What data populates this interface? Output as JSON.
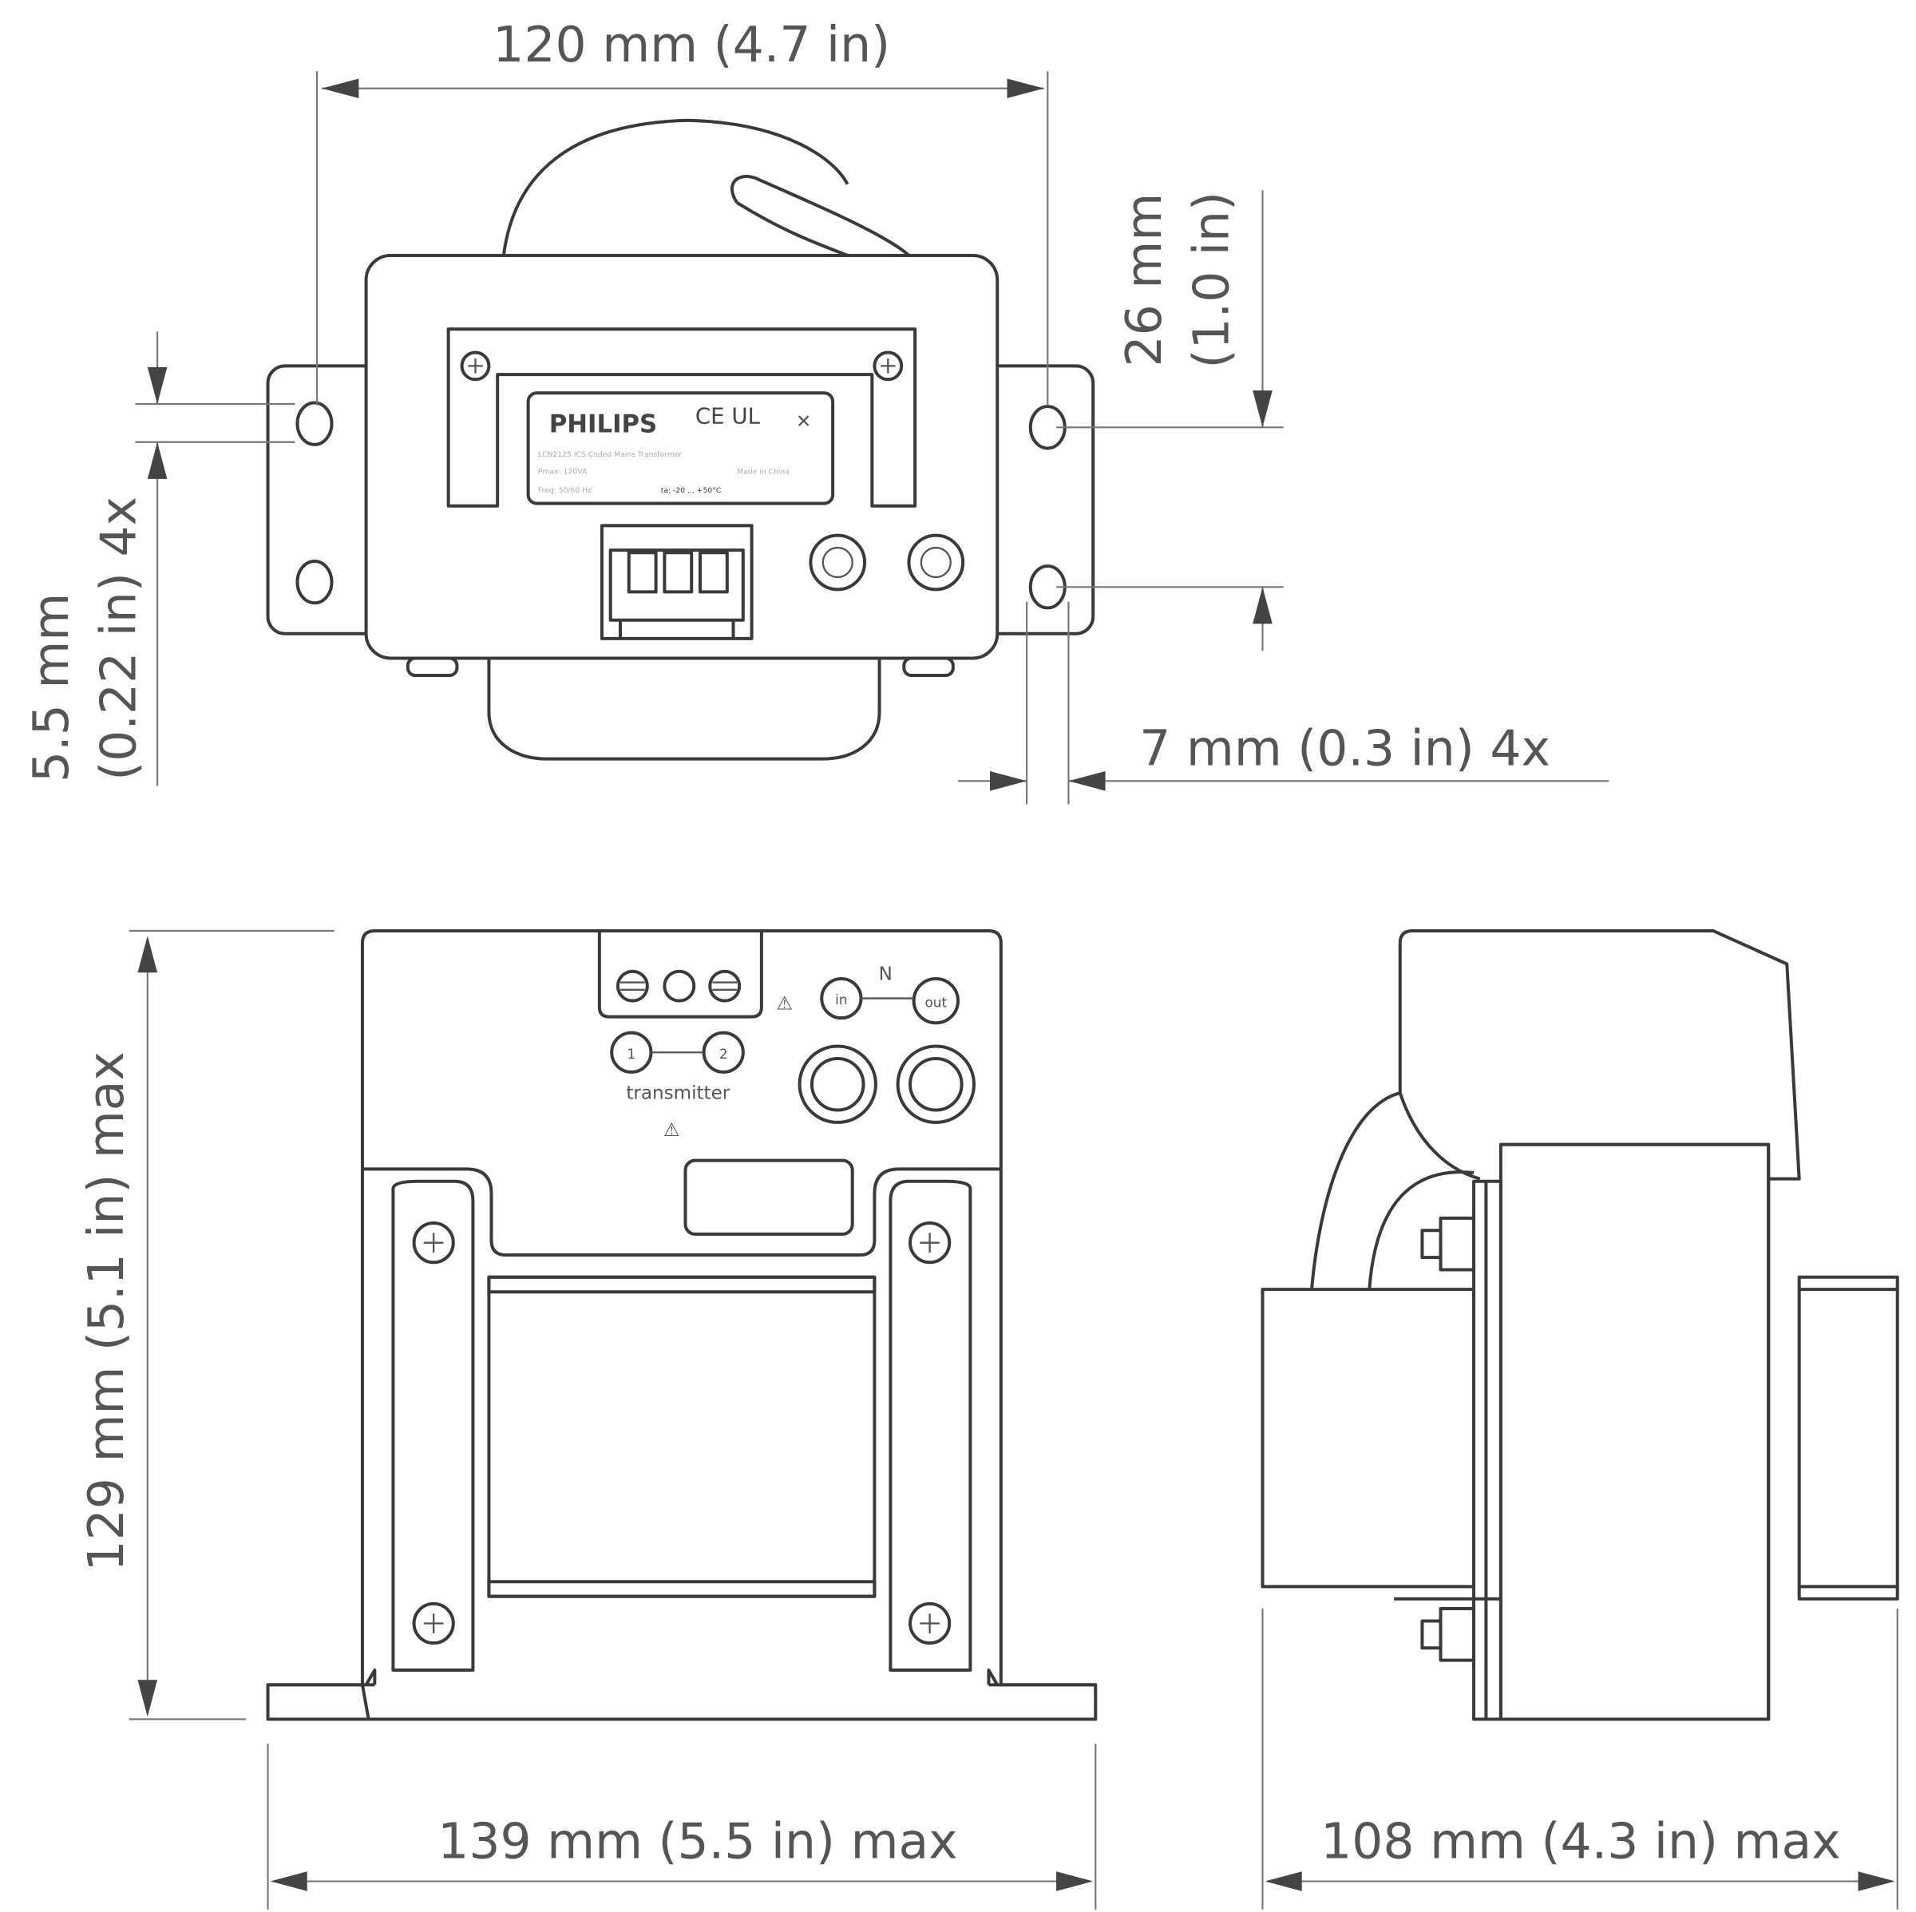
{
  "dimensions": {
    "top_width": "120 mm (4.7 in)",
    "mount_spacing_mm": "26 mm",
    "mount_spacing_in": "(1.0 in)",
    "hole_dia_mm": "5.5 mm",
    "hole_dia_in": "(0.22 in) 4x",
    "hole_width": "7 mm (0.3 in) 4x",
    "height": "129 mm (5.1 in) max",
    "front_width": "139 mm (5.5 in) max",
    "side_depth": "108 mm (4.3 in) max"
  },
  "label": {
    "brand": "PHILIPS",
    "marks": "CE UL",
    "line1": "LCN2125 ICS Coded Mains Transformer",
    "line2": "Pmax: 120VA",
    "line3": "Freq: 50/60 Hz",
    "temp": "ta: -20 ... +50°C",
    "origin": "Made in China"
  },
  "front_panel": {
    "neutral": "N",
    "in": "in",
    "out": "out",
    "terminal_1": "1",
    "terminal_2": "2",
    "transmitter": "transmitter"
  }
}
